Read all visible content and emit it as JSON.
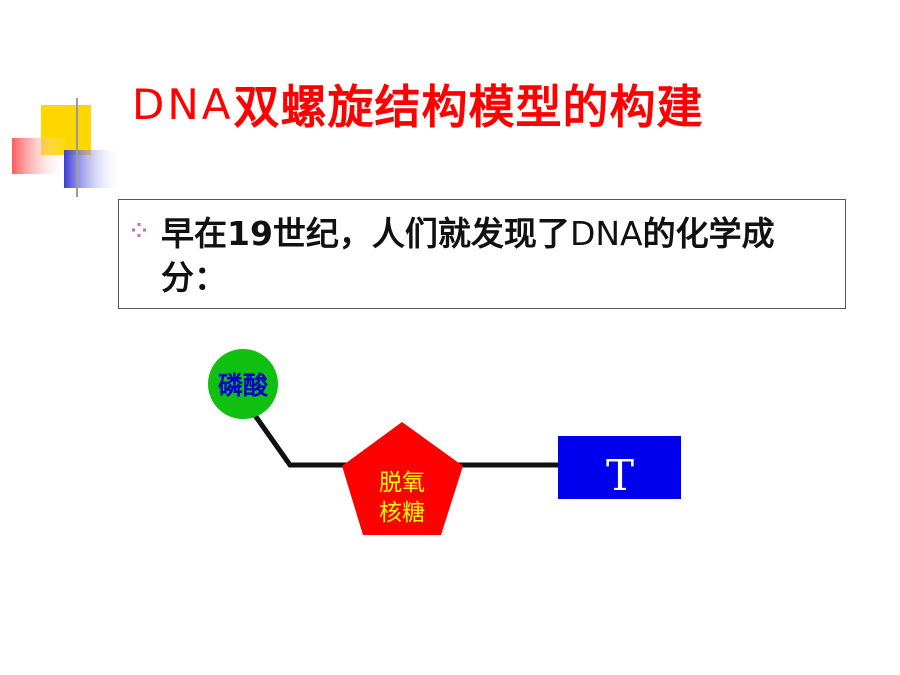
{
  "title": {
    "prefix": "DNA",
    "main": "双螺旋结构模型的构建"
  },
  "textbox": {
    "text_part1": "早在19世纪，人们就发现了",
    "text_latin": "DNA",
    "text_part2": "的化学成分："
  },
  "diagram": {
    "phosphate_label": "磷酸",
    "sugar_label_line1": "脱氧",
    "sugar_label_line2": "核糖",
    "base_label": "T"
  },
  "colors": {
    "title": "#ff0000",
    "phosphate_fill": "#10c010",
    "phosphate_text": "#0000cc",
    "sugar_fill": "#ff0000",
    "sugar_text": "#ffff00",
    "base_fill": "#0000ee",
    "base_text": "#ffffff",
    "bullet": "#cc66cc"
  }
}
